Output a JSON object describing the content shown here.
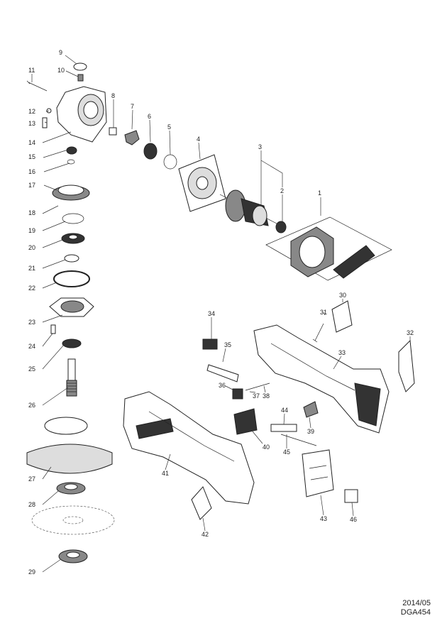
{
  "part_labels": [
    "1",
    "2",
    "3",
    "4",
    "5",
    "6",
    "7",
    "8",
    "9",
    "10",
    "11",
    "12",
    "13",
    "14",
    "15",
    "16",
    "17",
    "18",
    "19",
    "20",
    "21",
    "22",
    "23",
    "24",
    "25",
    "26",
    "27",
    "28",
    "29",
    "30",
    "31",
    "32",
    "33",
    "34",
    "35",
    "36",
    "37",
    "38",
    "39",
    "40",
    "41",
    "42",
    "43",
    "44",
    "45",
    "46"
  ],
  "footer": {
    "date": "2014/05",
    "model": "DGA454"
  }
}
